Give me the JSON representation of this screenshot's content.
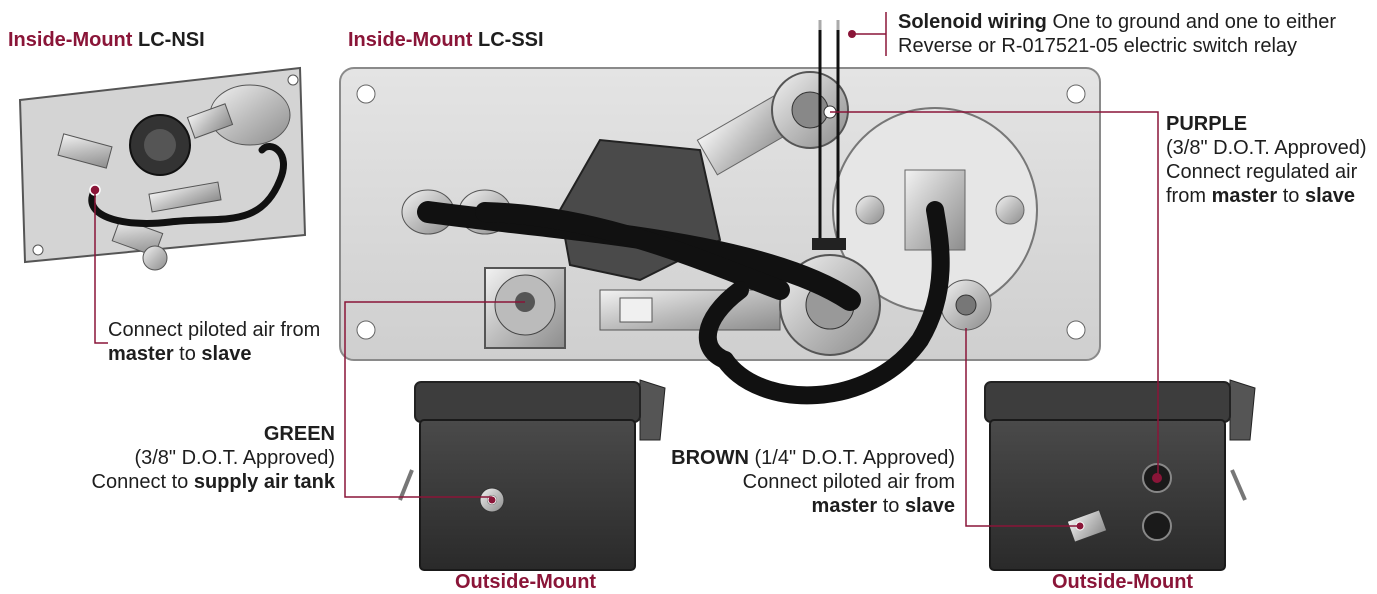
{
  "colors": {
    "accent": "#8a1538",
    "callout_line": "#8a1538",
    "text": "#1e1e1e",
    "plate": "#d9d9d9",
    "hose": "#111111",
    "housing": "#3a3a3a"
  },
  "titles": {
    "nsi_prefix": "Inside-Mount",
    "nsi_model": "LC-NSI",
    "ssi_prefix": "Inside-Mount",
    "ssi_model": "LC-SSI",
    "outside_left": "Outside-Mount",
    "outside_right": "Outside-Mount"
  },
  "callouts": {
    "solenoid": {
      "bold": "Solenoid wiring",
      "line1_rest": " One to ground and one to either",
      "line2": "Reverse or R-017521-05 electric switch relay"
    },
    "purple": {
      "heading": "PURPLE",
      "line1": "(3/8\" D.O.T. Approved)",
      "line2": "Connect regulated air",
      "line3_pre": "from ",
      "line3_bold1": "master",
      "line3_mid": " to ",
      "line3_bold2": "slave"
    },
    "nsi_piloted": {
      "line1": "Connect piloted air from",
      "line2_bold1": "master",
      "line2_mid": " to ",
      "line2_bold2": "slave"
    },
    "green": {
      "heading": "GREEN",
      "line1": "(3/8\" D.O.T. Approved)",
      "line2_pre": "Connect to ",
      "line2_bold": "supply air tank"
    },
    "brown": {
      "heading": "BROWN",
      "heading_rest": " (1/4\" D.O.T. Approved)",
      "line1": "Connect piloted air from",
      "line2_bold1": "master",
      "line2_mid": " to ",
      "line2_bold2": "slave"
    }
  }
}
